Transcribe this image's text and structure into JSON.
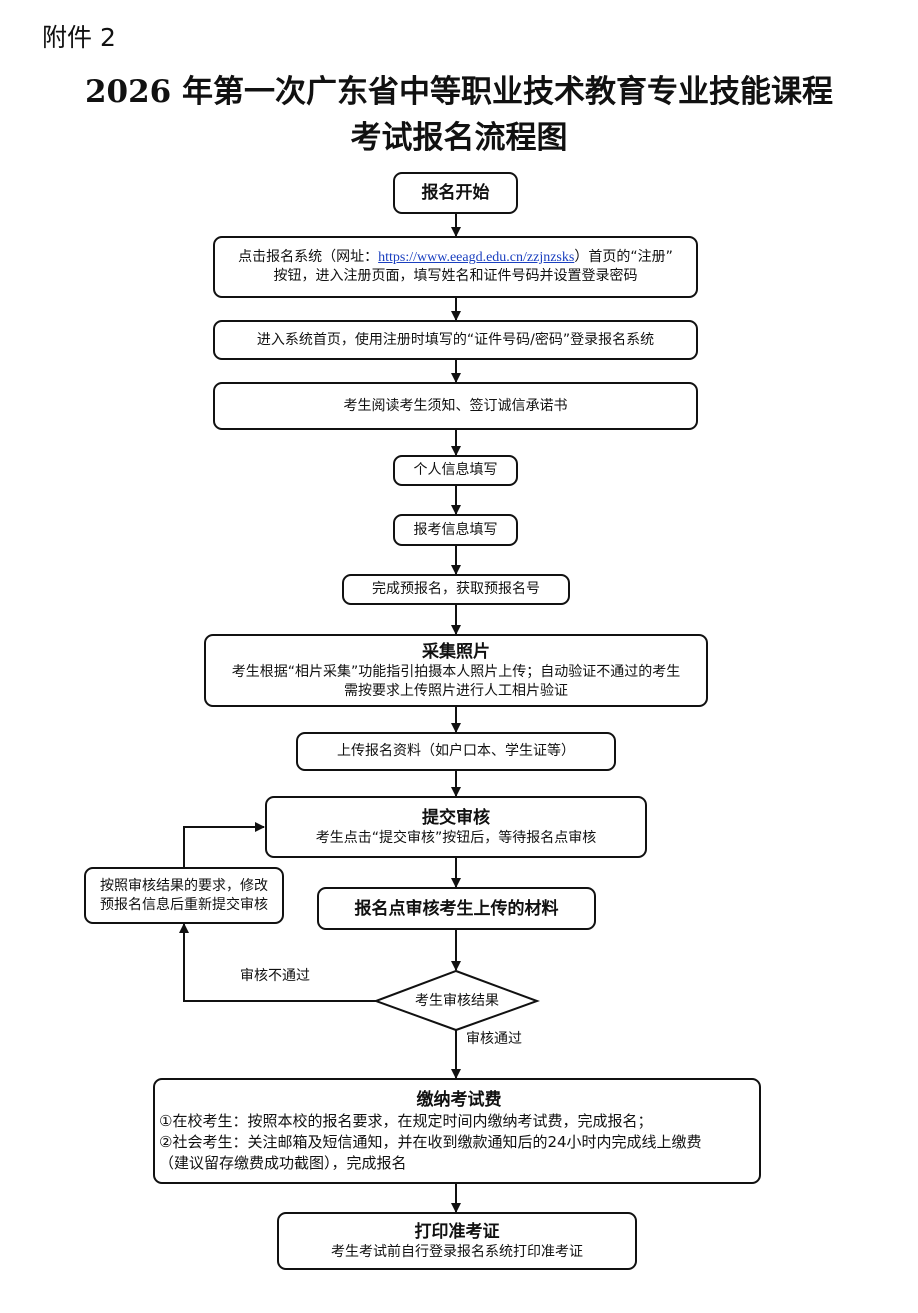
{
  "attachment": "附件 2",
  "title_line1": "2026 年第一次广东省中等职业技术教育专业技能课程",
  "title_line2": "考试报名流程图",
  "steps": {
    "start": "报名开始",
    "register_prefix": "点击报名系统（网址：",
    "register_url": "https://www.eeagd.edu.cn/zzjnzsks",
    "register_suffix": "）首页的“注册”",
    "register_line2": "按钮，进入注册页面，填写姓名和证件号码并设置登录密码",
    "login": "进入系统首页，使用注册时填写的“证件号码/密码”登录报名系统",
    "read": "考生阅读考生须知、签订诚信承诺书",
    "personal_info": "个人信息填写",
    "exam_info": "报考信息填写",
    "pre_register": "完成预报名，获取预报名号",
    "photo_title": "采集照片",
    "photo_line1": "考生根据“相片采集”功能指引拍摄本人照片上传；自动验证不通过的考生",
    "photo_line2": "需按要求上传照片进行人工相片验证",
    "upload": "上传报名资料（如户口本、学生证等）",
    "submit_title": "提交审核",
    "submit_desc": "考生点击“提交审核”按钮后，等待报名点审核",
    "review": "报名点审核考生上传的材料",
    "decision": "考生审核结果",
    "fail_label": "审核不通过",
    "pass_label": "审核通过",
    "modify_line1": "按照审核结果的要求，修改",
    "modify_line2": "预报名信息后重新提交审核",
    "pay_title": "缴纳考试费",
    "pay_line1": "①在校考生：按照本校的报名要求，在规定时间内缴纳考试费，完成报名；",
    "pay_line2": "②社会考生：关注邮箱及短信通知，并在收到缴款通知后的24小时内完成线上缴费",
    "pay_line3": "（建议留存缴费成功截图），完成报名",
    "print_title": "打印准考证",
    "print_desc": "考生考试前自行登录报名系统打印准考证"
  }
}
